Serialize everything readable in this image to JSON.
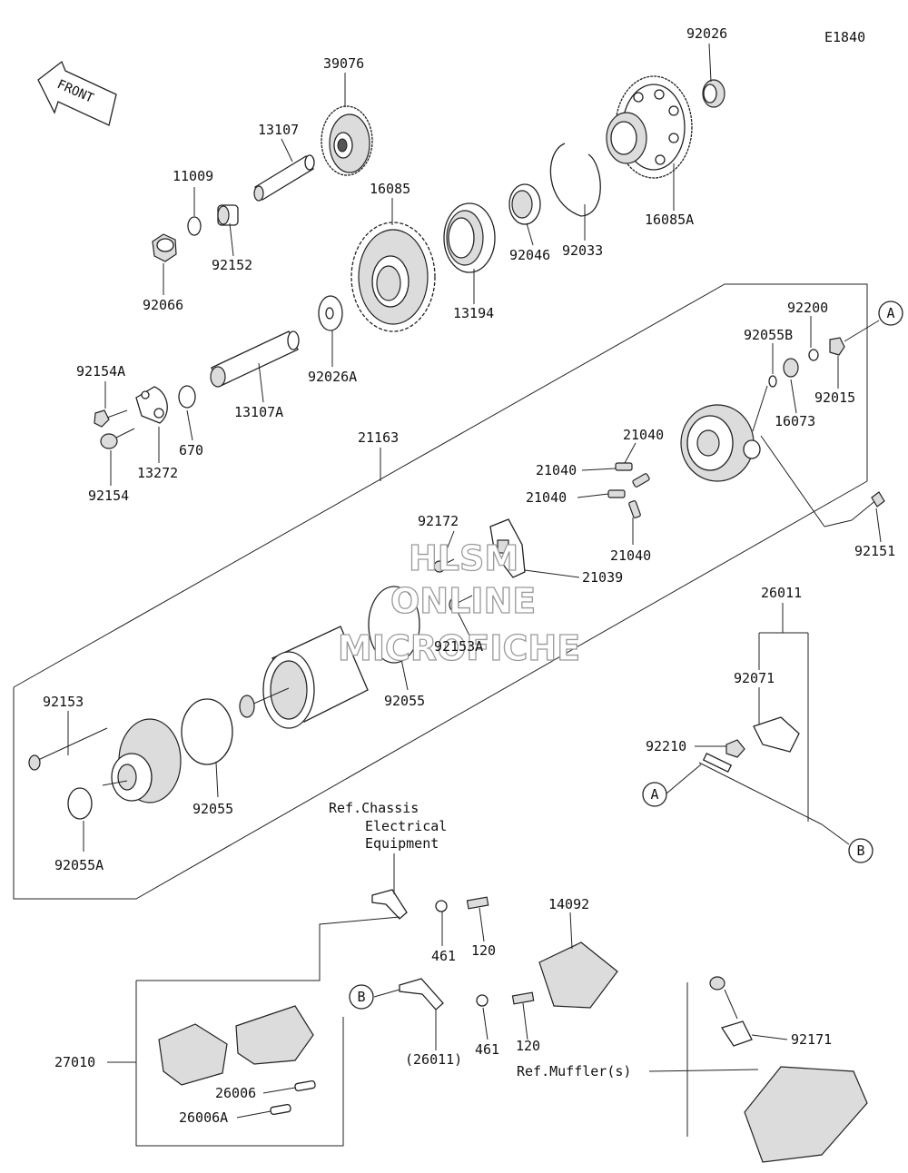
{
  "diagram_code": "E1840",
  "front_arrow": "FRONT",
  "watermark": {
    "line1": "HLSM",
    "line2": "ONLINE",
    "line3": "MICROFICHE"
  },
  "callouts": {
    "A": "A",
    "B": "B"
  },
  "refs": {
    "chassis_1": "Ref.Chassis",
    "chassis_2": "Electrical",
    "chassis_3": "Equipment",
    "muffler": "Ref.Muffler(s)"
  },
  "parts": {
    "p92026": "92026",
    "p39076": "39076",
    "p13107": "13107",
    "p11009": "11009",
    "p16085": "16085",
    "p16085A": "16085A",
    "p92152": "92152",
    "p92066": "92066",
    "p13194": "13194",
    "p92046": "92046",
    "p92033": "92033",
    "p92026A": "92026A",
    "p13107A": "13107A",
    "p92154A": "92154A",
    "p670": "670",
    "p13272": "13272",
    "p92154": "92154",
    "p21163": "21163",
    "p92200": "92200",
    "p92055B": "92055B",
    "p92015": "92015",
    "p16073": "16073",
    "p21040a": "21040",
    "p21040b": "21040",
    "p21040c": "21040",
    "p21040d": "21040",
    "p92172": "92172",
    "p21039": "21039",
    "p92151": "92151",
    "p92153A": "92153A",
    "p26011": "26011",
    "p92071": "92071",
    "p92210": "92210",
    "p92153": "92153",
    "p92055a": "92055",
    "p92055b": "92055",
    "p92055A": "92055A",
    "p461a": "461",
    "p120a": "120",
    "p14092": "14092",
    "p26011b": "(26011)",
    "p461b": "461",
    "p120b": "120",
    "p92171": "92171",
    "p27010": "27010",
    "p26006": "26006",
    "p26006A": "26006A"
  }
}
